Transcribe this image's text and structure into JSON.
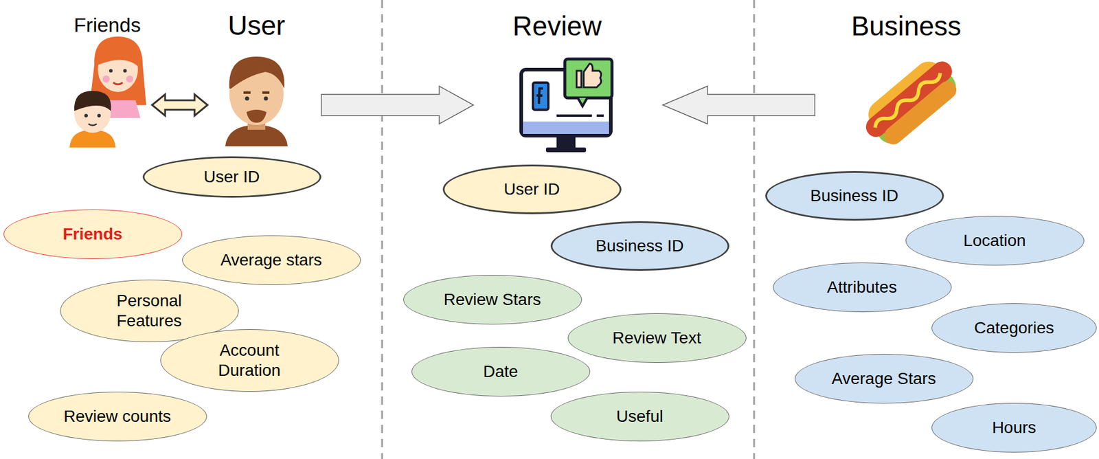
{
  "diagram": {
    "nodes": [
      {
        "text": [
          "User ID"
        ]
      },
      {
        "text": [
          "Friends"
        ]
      },
      {
        "text": [
          "Average stars"
        ]
      },
      {
        "text": [
          "Personal Features"
        ]
      },
      {
        "text": [
          "Account Duration"
        ]
      },
      {
        "text": [
          "Review counts"
        ]
      },
      {
        "text": [
          "User ID"
        ]
      },
      {
        "text": [
          "Business ID"
        ]
      },
      {
        "text": [
          "Review Stars"
        ]
      },
      {
        "text": [
          "Review Text"
        ]
      },
      {
        "text": [
          "Date"
        ]
      },
      {
        "text": [
          "Useful"
        ]
      },
      {
        "text": [
          "Business ID"
        ]
      },
      {
        "text": [
          "Location"
        ]
      },
      {
        "text": [
          "Attributes"
        ]
      },
      {
        "text": [
          "Categories"
        ]
      },
      {
        "text": [
          "Average Stars"
        ]
      },
      {
        "text": [
          "Hours"
        ]
      }
    ],
    "labels": [
      "Friends",
      "User",
      "Review",
      "Business"
    ]
  }
}
